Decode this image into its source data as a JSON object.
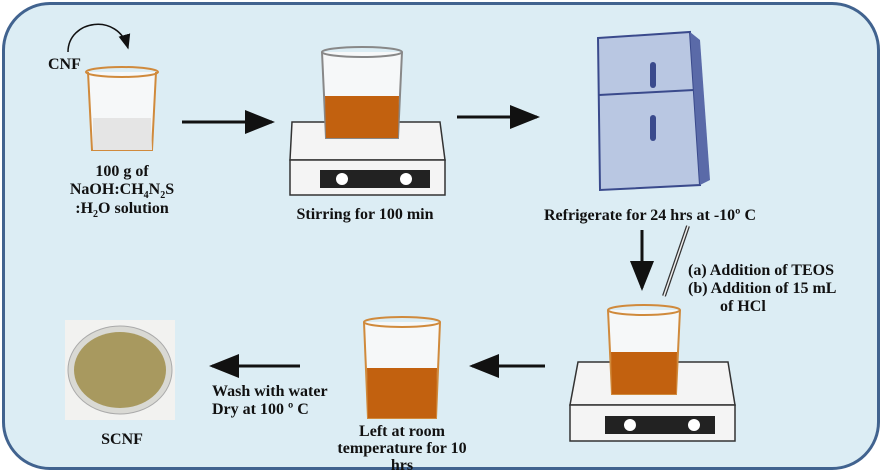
{
  "steps": {
    "cnf": "CNF",
    "solution": [
      "100 g of",
      "NaOH:CH",
      "4",
      "N",
      "2",
      "S",
      ":H",
      "2",
      "O solution"
    ],
    "stirring": "Stirring for 100 min",
    "refrigerate": "Refrigerate for 24 hrs at -10º C",
    "addition_a": "(a) Addition of TEOS",
    "addition_b": "(b) Addition of 15 mL",
    "addition_b2": "of HCl",
    "left": [
      "Left at room",
      "temperature for 10",
      "hrs"
    ],
    "wash": "Wash with water",
    "dry": "Dry at 100 º C",
    "product": "SCNF"
  },
  "colors": {
    "background": "#dcedf4",
    "border": "#41638f",
    "liquid": "#c2610f",
    "beaker": "#d08a3c"
  }
}
